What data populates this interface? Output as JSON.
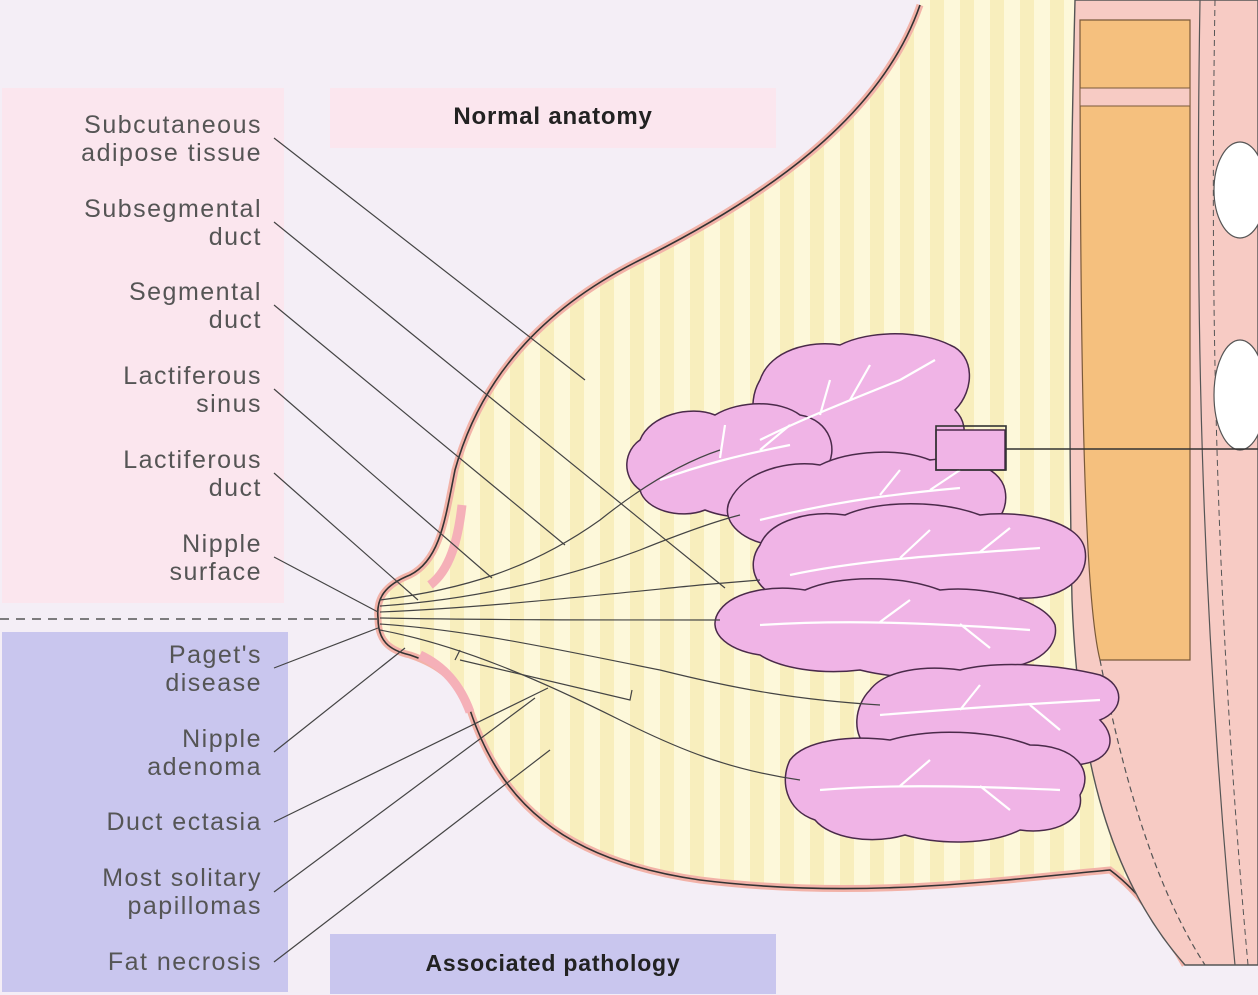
{
  "panels": {
    "normal_anatomy": "Normal anatomy",
    "associated_pathology": "Associated pathology"
  },
  "anatomy_labels": [
    "Subcutaneous\nadipose tissue",
    "Subsegmental\nduct",
    "Segmental\nduct",
    "Lactiferous\nsinus",
    "Lactiferous\nduct",
    "Nipple\nsurface"
  ],
  "pathology_labels": [
    "Paget's\ndisease",
    "Nipple\nadenoma",
    "Duct ectasia",
    "Most solitary\npapillomas",
    "Fat necrosis"
  ],
  "colors": {
    "background": "#f4eef6",
    "anatomy_panel": "#fbe6ee",
    "pathology_panel": "#c9c6ee",
    "breast_fill": "#fdf8da",
    "stripe": "#f7ecb5",
    "lobule_fill": "#f0b4e6",
    "lobule_stroke": "#4a2a4a",
    "muscle": "#f5c07e",
    "chest_wall": "#f7cbc4"
  }
}
